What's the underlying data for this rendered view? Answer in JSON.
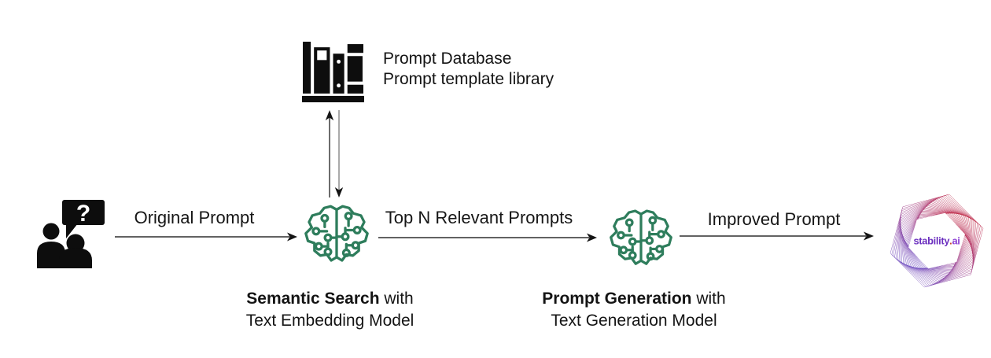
{
  "database": {
    "icon": "library-books-icon",
    "line1": "Prompt Database",
    "line2": "Prompt template library"
  },
  "actors": {
    "user_icon": "people-question-icon",
    "bubble_glyph": "?"
  },
  "flow": {
    "arrow1_label": "Original Prompt",
    "arrow2_label": "Top N Relevant Prompts",
    "arrow3_label": "Improved Prompt"
  },
  "steps": {
    "semantic": {
      "icon": "ai-brain-circuit-icon",
      "bold": "Semantic Search",
      "rest": " with",
      "line2": "Text Embedding Model"
    },
    "generation": {
      "icon": "ai-brain-circuit-icon",
      "bold": "Prompt Generation",
      "rest": " with",
      "line2": "Text Generation Model"
    }
  },
  "logo": {
    "name": "stability.ai",
    "wordmark": [
      {
        "text": "stability",
        "color": "#6b2fbf"
      },
      {
        "text": ".",
        "color": "#c8452e"
      },
      {
        "text": "ai",
        "color": "#8b3fd4"
      }
    ],
    "gradient": {
      "from": "#5d55d6",
      "mid": "#9c4494",
      "to": "#ce2732"
    }
  },
  "colors": {
    "background": "#ffffff",
    "icon_black": "#0d0d0d",
    "brain_green": "#2e7d5c",
    "arrow_dark": "#2e2e2e",
    "arrow_gray": "#8d8d8d"
  }
}
